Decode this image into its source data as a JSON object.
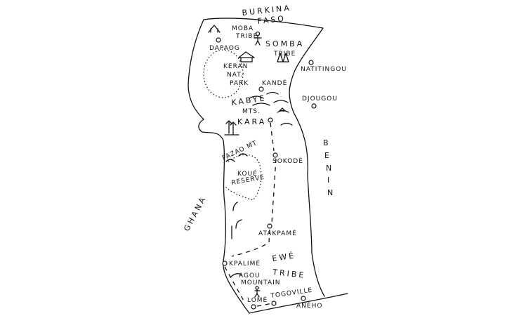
{
  "countries": {
    "north": [
      "BURKINA",
      "FASO"
    ],
    "east": [
      "B",
      "E",
      "N",
      "I",
      "N"
    ],
    "west": "GHANA"
  },
  "cities": [
    {
      "name": "DAPAOG"
    },
    {
      "name": "NATITINGOU"
    },
    {
      "name": "KANDÉ"
    },
    {
      "name": "DJOUGOU"
    },
    {
      "name": "KARA"
    },
    {
      "name": "SOKODÉ"
    },
    {
      "name": "ATAKPAMÉ"
    },
    {
      "name": "KPALIMÉ"
    },
    {
      "name": "LOMÉ"
    },
    {
      "name": "TOGOVILLE"
    },
    {
      "name": "ANÉHO"
    }
  ],
  "regions": {
    "moba": [
      "MOBA",
      "TRIBE"
    ],
    "somba": [
      "SOMBA",
      "TRIBE"
    ],
    "keran": [
      "KERAN",
      "NAT.",
      "PARK"
    ],
    "kabye": [
      "KABYE",
      "MTS."
    ],
    "fazao": "FAZAO MT",
    "koue": [
      "KOUÉ",
      "RESERVE"
    ],
    "ewe": [
      "EWÉ",
      "TRIBE"
    ],
    "agou": [
      "AGOU",
      "MOUNTAIN"
    ]
  }
}
